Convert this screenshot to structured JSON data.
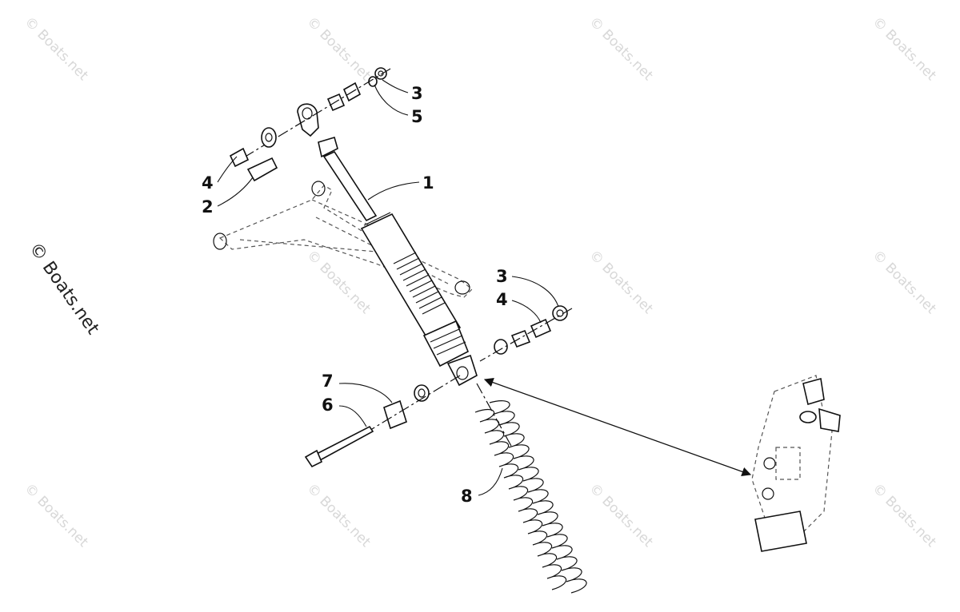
{
  "watermark": {
    "text": "© Boats.net",
    "main_text": "© Boats.net",
    "color": "#d8d8d8"
  },
  "callouts": [
    {
      "id": "c3a",
      "label": "3"
    },
    {
      "id": "c5",
      "label": "5"
    },
    {
      "id": "c1",
      "label": "1"
    },
    {
      "id": "c4a",
      "label": "4"
    },
    {
      "id": "c2",
      "label": "2"
    },
    {
      "id": "c3b",
      "label": "3"
    },
    {
      "id": "c4b",
      "label": "4"
    },
    {
      "id": "c7",
      "label": "7"
    },
    {
      "id": "c6",
      "label": "6"
    },
    {
      "id": "c8",
      "label": "8"
    }
  ]
}
